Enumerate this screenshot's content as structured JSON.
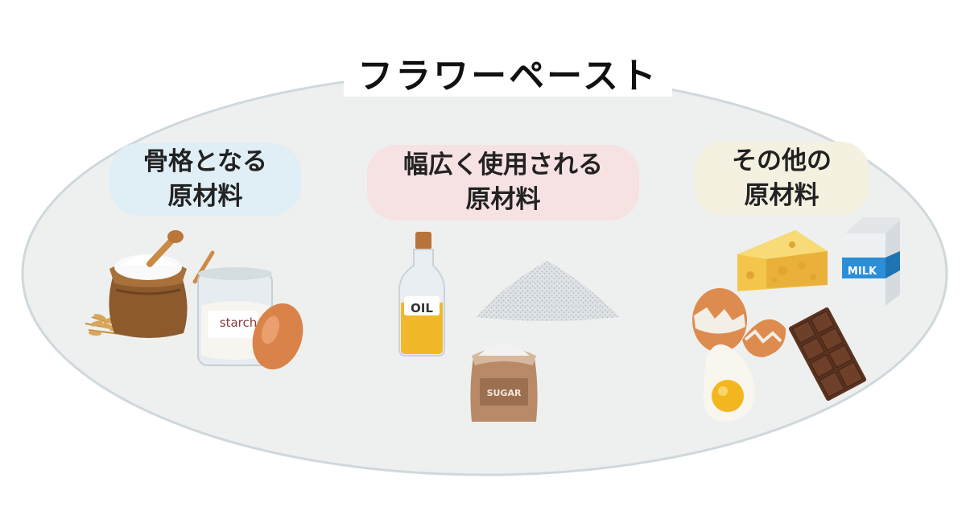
{
  "title": "フラワーペースト",
  "colors": {
    "ellipse_fill": "#eef0ef",
    "ellipse_stroke": "#cfd8dc",
    "category_1_bg": "#e0eef6",
    "category_2_bg": "#f6e1e3",
    "category_3_bg": "#f5f1e1"
  },
  "categories": [
    {
      "line1": "骨格となる",
      "line2": "原材料",
      "items": [
        {
          "icon": "flour-sack-icon",
          "label": ""
        },
        {
          "icon": "starch-jar-icon",
          "label": "starch"
        },
        {
          "icon": "egg-icon",
          "label": ""
        }
      ]
    },
    {
      "line1": "幅広く使用される",
      "line2": "原材料",
      "items": [
        {
          "icon": "oil-bottle-icon",
          "label": "OIL"
        },
        {
          "icon": "sugar-pile-icon",
          "label": ""
        },
        {
          "icon": "sugar-bag-icon",
          "label": "SUGAR"
        }
      ]
    },
    {
      "line1": "その他の",
      "line2": "原材料",
      "items": [
        {
          "icon": "cheese-icon",
          "label": ""
        },
        {
          "icon": "milk-carton-icon",
          "label": "MILK"
        },
        {
          "icon": "cracked-egg-icon",
          "label": ""
        },
        {
          "icon": "chocolate-bar-icon",
          "label": ""
        }
      ]
    }
  ]
}
